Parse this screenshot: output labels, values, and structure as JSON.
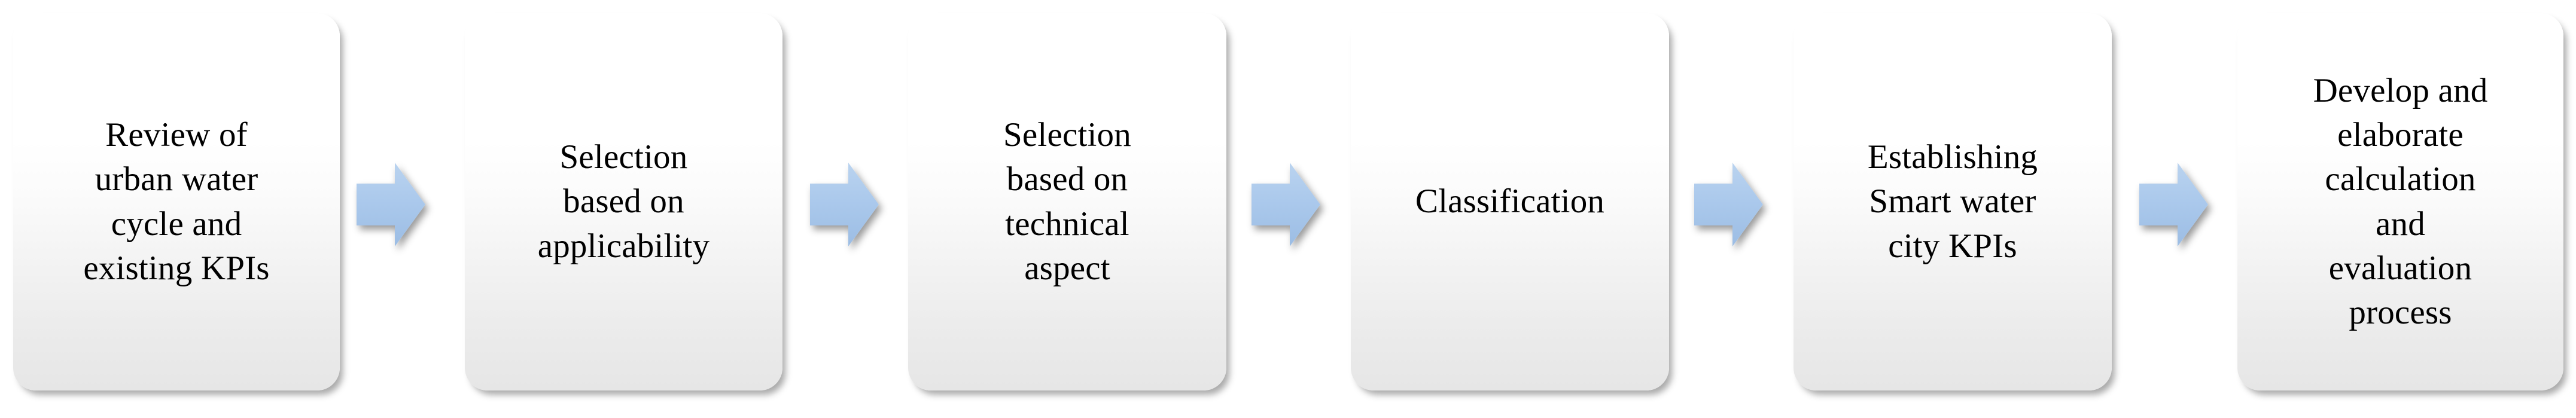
{
  "diagram": {
    "type": "horizontal-process-flow",
    "orientation": "left-to-right",
    "step_count": 6,
    "connector_count": 5,
    "colors": {
      "box_fill_top": "#ffffff",
      "box_fill_bottom": "#e6e6e6",
      "box_text": "#000000",
      "arrow_fill": "#a6c6ec",
      "arrow_fill_light": "#bcd5f0",
      "arrow_fill_dark": "#9cbde4",
      "shadow": "#555555",
      "canvas_background": "#ffffff"
    },
    "steps": [
      {
        "index": 1,
        "name": "review-step",
        "label": "Review of\nurban water\ncycle and\nexisting KPIs",
        "lines": [
          "Review of",
          "urban water",
          "cycle and",
          "existing KPIs"
        ]
      },
      {
        "index": 2,
        "name": "applicability-selection-step",
        "label": "Selection\nbased on\napplicability",
        "lines": [
          "Selection",
          "based on",
          "applicability"
        ]
      },
      {
        "index": 3,
        "name": "technical-selection-step",
        "label": "Selection\nbased on\ntechnical\naspect",
        "lines": [
          "Selection",
          "based on",
          "technical",
          "aspect"
        ]
      },
      {
        "index": 4,
        "name": "classification-step",
        "label": "Classification",
        "lines": [
          "Classification"
        ]
      },
      {
        "index": 5,
        "name": "establish-kpis-step",
        "label": "Establishing\nSmart water\ncity KPIs",
        "lines": [
          "Establishing",
          "Smart water",
          "city KPIs"
        ]
      },
      {
        "index": 6,
        "name": "develop-evaluation-step",
        "label": "Develop and\nelaborate\ncalculation\nand\nevaluation\nprocess",
        "lines": [
          "Develop and",
          "elaborate",
          "calculation",
          "and",
          "evaluation",
          "process"
        ]
      }
    ],
    "connectors": [
      {
        "index": 1,
        "name": "arrow-right-icon",
        "from_step": 1,
        "to_step": 2,
        "direction": "right"
      },
      {
        "index": 2,
        "name": "arrow-right-icon",
        "from_step": 2,
        "to_step": 3,
        "direction": "right"
      },
      {
        "index": 3,
        "name": "arrow-right-icon",
        "from_step": 3,
        "to_step": 4,
        "direction": "right"
      },
      {
        "index": 4,
        "name": "arrow-right-icon",
        "from_step": 4,
        "to_step": 5,
        "direction": "right"
      },
      {
        "index": 5,
        "name": "arrow-right-icon",
        "from_step": 5,
        "to_step": 6,
        "direction": "right"
      }
    ]
  }
}
